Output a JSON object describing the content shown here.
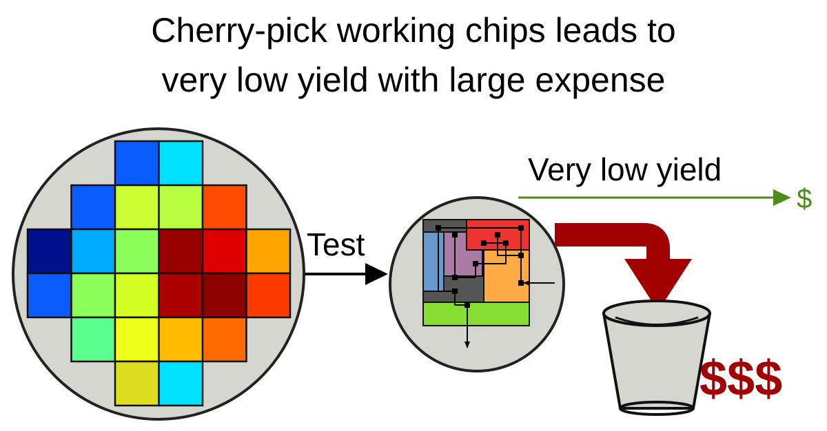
{
  "title": {
    "line1": "Cherry-pick working chips leads to",
    "line2": "very low yield with large expense"
  },
  "labels": {
    "test": "Test",
    "yield": "Very low yield",
    "small_money": "$",
    "big_money": "$$$"
  },
  "colors": {
    "wafer_fill": "#d6d6d1",
    "yield_arrow": "#4d8c1a",
    "waste_arrow": "#a00000",
    "money_text": "#a00000",
    "bin_fill": "#d6d6d1"
  },
  "wafer_dies": [
    {
      "row": 0,
      "col": 2,
      "color": "#0a5cff"
    },
    {
      "row": 0,
      "col": 3,
      "color": "#00e1ff"
    },
    {
      "row": 1,
      "col": 1,
      "color": "#0a5cff"
    },
    {
      "row": 1,
      "col": 2,
      "color": "#ccff33"
    },
    {
      "row": 1,
      "col": 3,
      "color": "#b8ff42"
    },
    {
      "row": 1,
      "col": 4,
      "color": "#ff4a00"
    },
    {
      "row": 2,
      "col": 0,
      "color": "#000f8c"
    },
    {
      "row": 2,
      "col": 1,
      "color": "#00aaff"
    },
    {
      "row": 2,
      "col": 2,
      "color": "#8cff5a"
    },
    {
      "row": 2,
      "col": 3,
      "color": "#990000"
    },
    {
      "row": 2,
      "col": 4,
      "color": "#dd0000"
    },
    {
      "row": 2,
      "col": 5,
      "color": "#ffa500"
    },
    {
      "row": 3,
      "col": 0,
      "color": "#0a5cff"
    },
    {
      "row": 3,
      "col": 1,
      "color": "#8cff5a"
    },
    {
      "row": 3,
      "col": 2,
      "color": "#d4ff22"
    },
    {
      "row": 3,
      "col": 3,
      "color": "#aa0000"
    },
    {
      "row": 3,
      "col": 4,
      "color": "#8c0000"
    },
    {
      "row": 3,
      "col": 5,
      "color": "#ff3a00"
    },
    {
      "row": 4,
      "col": 1,
      "color": "#5aff8c"
    },
    {
      "row": 4,
      "col": 2,
      "color": "#eeff1a"
    },
    {
      "row": 4,
      "col": 3,
      "color": "#ffbb00"
    },
    {
      "row": 4,
      "col": 4,
      "color": "#ff6a00"
    },
    {
      "row": 5,
      "col": 2,
      "color": "#dddd22"
    },
    {
      "row": 5,
      "col": 3,
      "color": "#00e1ff"
    }
  ],
  "chip_blocks": [
    {
      "name": "gray-block",
      "color": "#555555"
    },
    {
      "name": "blue-block",
      "color": "#6699cc"
    },
    {
      "name": "purple-block",
      "color": "#aa7aa5"
    },
    {
      "name": "red-block",
      "color": "#ee3333"
    },
    {
      "name": "orange-block",
      "color": "#ffaa44"
    },
    {
      "name": "green-block",
      "color": "#88dd33"
    }
  ]
}
